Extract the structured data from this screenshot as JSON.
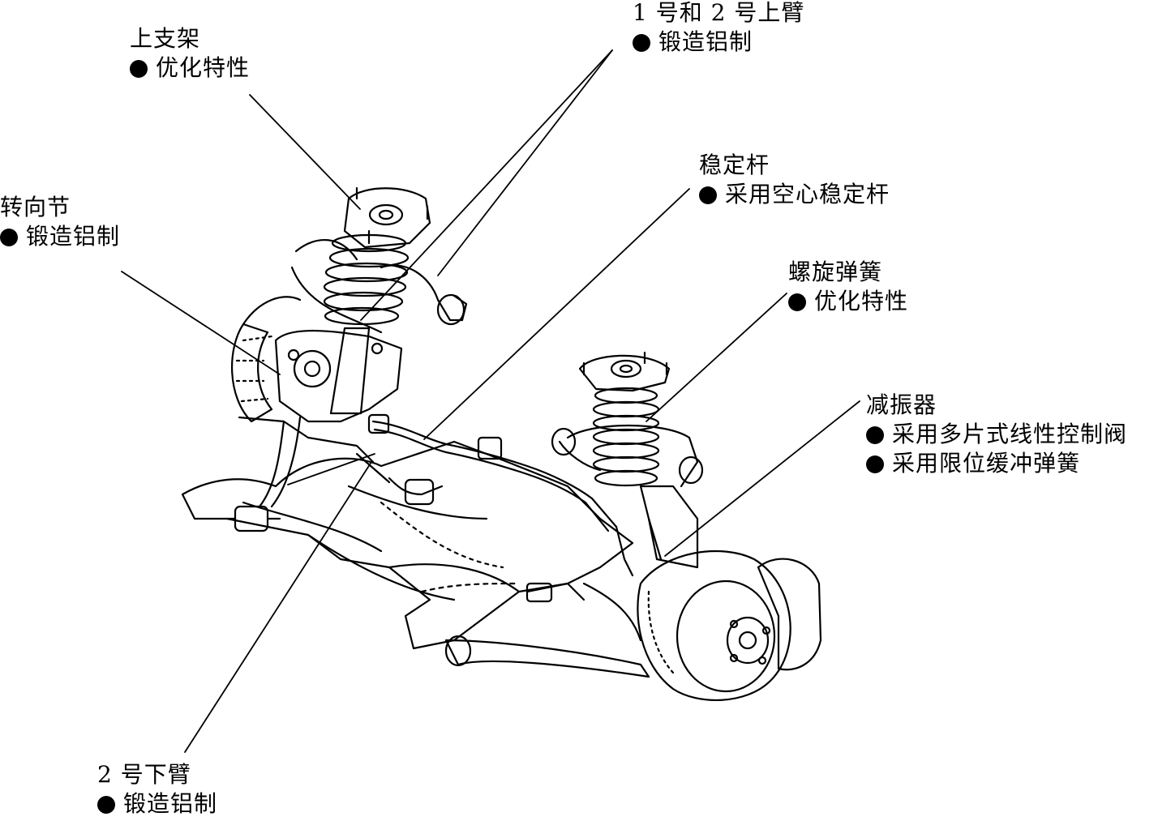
{
  "callouts": {
    "upper_support": {
      "title": "上支架",
      "features": [
        "优化特性"
      ]
    },
    "upper_arms": {
      "title": "1 号和 2 号上臂",
      "features": [
        "锻造铝制"
      ]
    },
    "steering_knuckle": {
      "title": "转向节",
      "features": [
        "锻造铝制"
      ]
    },
    "stabilizer_bar": {
      "title": "稳定杆",
      "features": [
        "采用空心稳定杆"
      ]
    },
    "coil_spring": {
      "title": "螺旋弹簧",
      "features": [
        "优化特性"
      ]
    },
    "shock_absorber": {
      "title": "减振器",
      "features": [
        "采用多片式线性控制阀",
        "采用限位缓冲弹簧"
      ]
    },
    "lower_arm_2": {
      "title": "2 号下臂",
      "features": [
        "锻造铝制"
      ]
    }
  }
}
